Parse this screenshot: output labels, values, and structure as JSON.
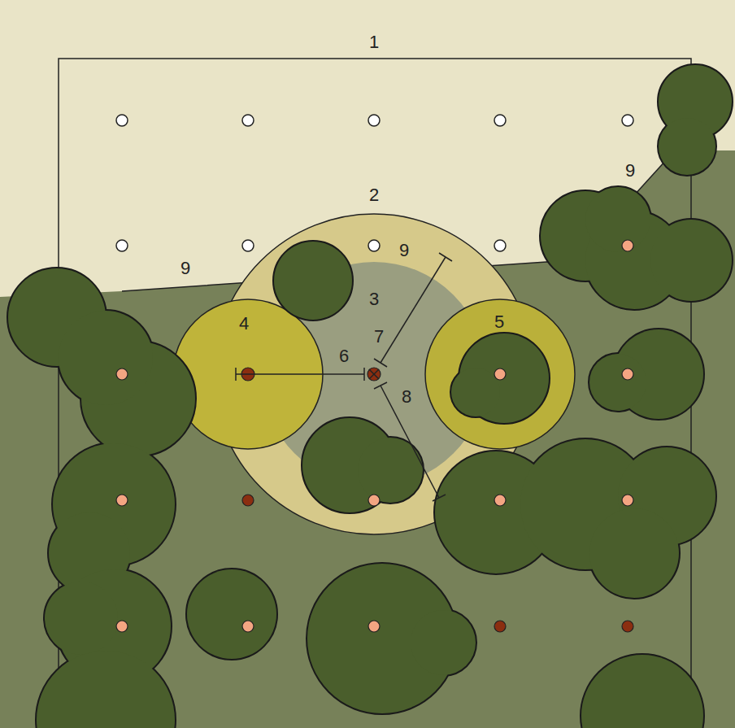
{
  "diagram": {
    "labels": [
      "1",
      "2",
      "9",
      "9",
      "3",
      "4",
      "5",
      "6",
      "7",
      "8",
      "9"
    ]
  }
}
